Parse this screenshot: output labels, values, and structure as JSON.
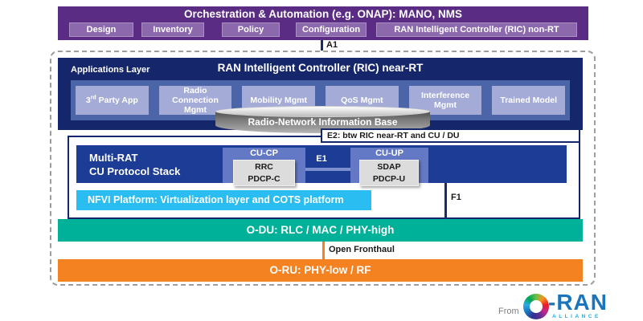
{
  "colors": {
    "purple_dark": "#5B2C83",
    "purple_light": "#8C68AD",
    "navy": "#15266B",
    "panel_blue": "#4C64A8",
    "periwinkle": "#A5ABD7",
    "blue_bright": "#1C3C95",
    "cu_header_blue": "#6479C5",
    "gray_box": "#DCDCDC",
    "cyan": "#29BDF2",
    "teal": "#00B199",
    "orange": "#F58220",
    "line_navy": "#1B2A6B",
    "dash_gray": "#9E9E9E",
    "logo_blue": "#1B75BC",
    "alliance_blue": "#29ABE2"
  },
  "orchestration": {
    "title": "Orchestration & Automation (e.g. ONAP): MANO, NMS",
    "boxes": [
      "Design",
      "Inventory",
      "Policy",
      "Configuration",
      "RAN Intelligent Controller (RIC) non-RT"
    ]
  },
  "connectors": {
    "a1": "A1",
    "e2": "E2: btw RIC near-RT and CU / DU",
    "e1": "E1",
    "f1": "F1",
    "open_fronthaul": "Open Fronthaul"
  },
  "ric": {
    "title": "RAN Intelligent Controller (RIC) near-RT",
    "apps_layer_label": "Applications Layer",
    "apps": [
      {
        "pre": "3",
        "sup": "rd",
        "rest": " Party App"
      },
      {
        "label": "Radio Connection Mgmt"
      },
      {
        "label": "Mobility Mgmt"
      },
      {
        "label": "QoS Mgmt"
      },
      {
        "label": "Interference Mgmt"
      },
      {
        "label": "Trained Model"
      }
    ],
    "rnib": "Radio-Network Information Base"
  },
  "cu": {
    "title1": "Multi-RAT",
    "title2": "CU Protocol Stack",
    "cu_cp": {
      "header": "CU-CP",
      "items": [
        "RRC",
        "PDCP-C"
      ]
    },
    "cu_up": {
      "header": "CU-UP",
      "items": [
        "SDAP",
        "PDCP-U"
      ]
    }
  },
  "nfvi": {
    "label": "NFVI Platform: Virtualization layer and COTS platform"
  },
  "odu": {
    "label": "O-DU: RLC / MAC / PHY-high"
  },
  "oru": {
    "label": "O-RU: PHY-low / RF"
  },
  "footer": {
    "from": "From",
    "logo_text": "-RAN",
    "logo_sub": "ALLIANCE"
  }
}
